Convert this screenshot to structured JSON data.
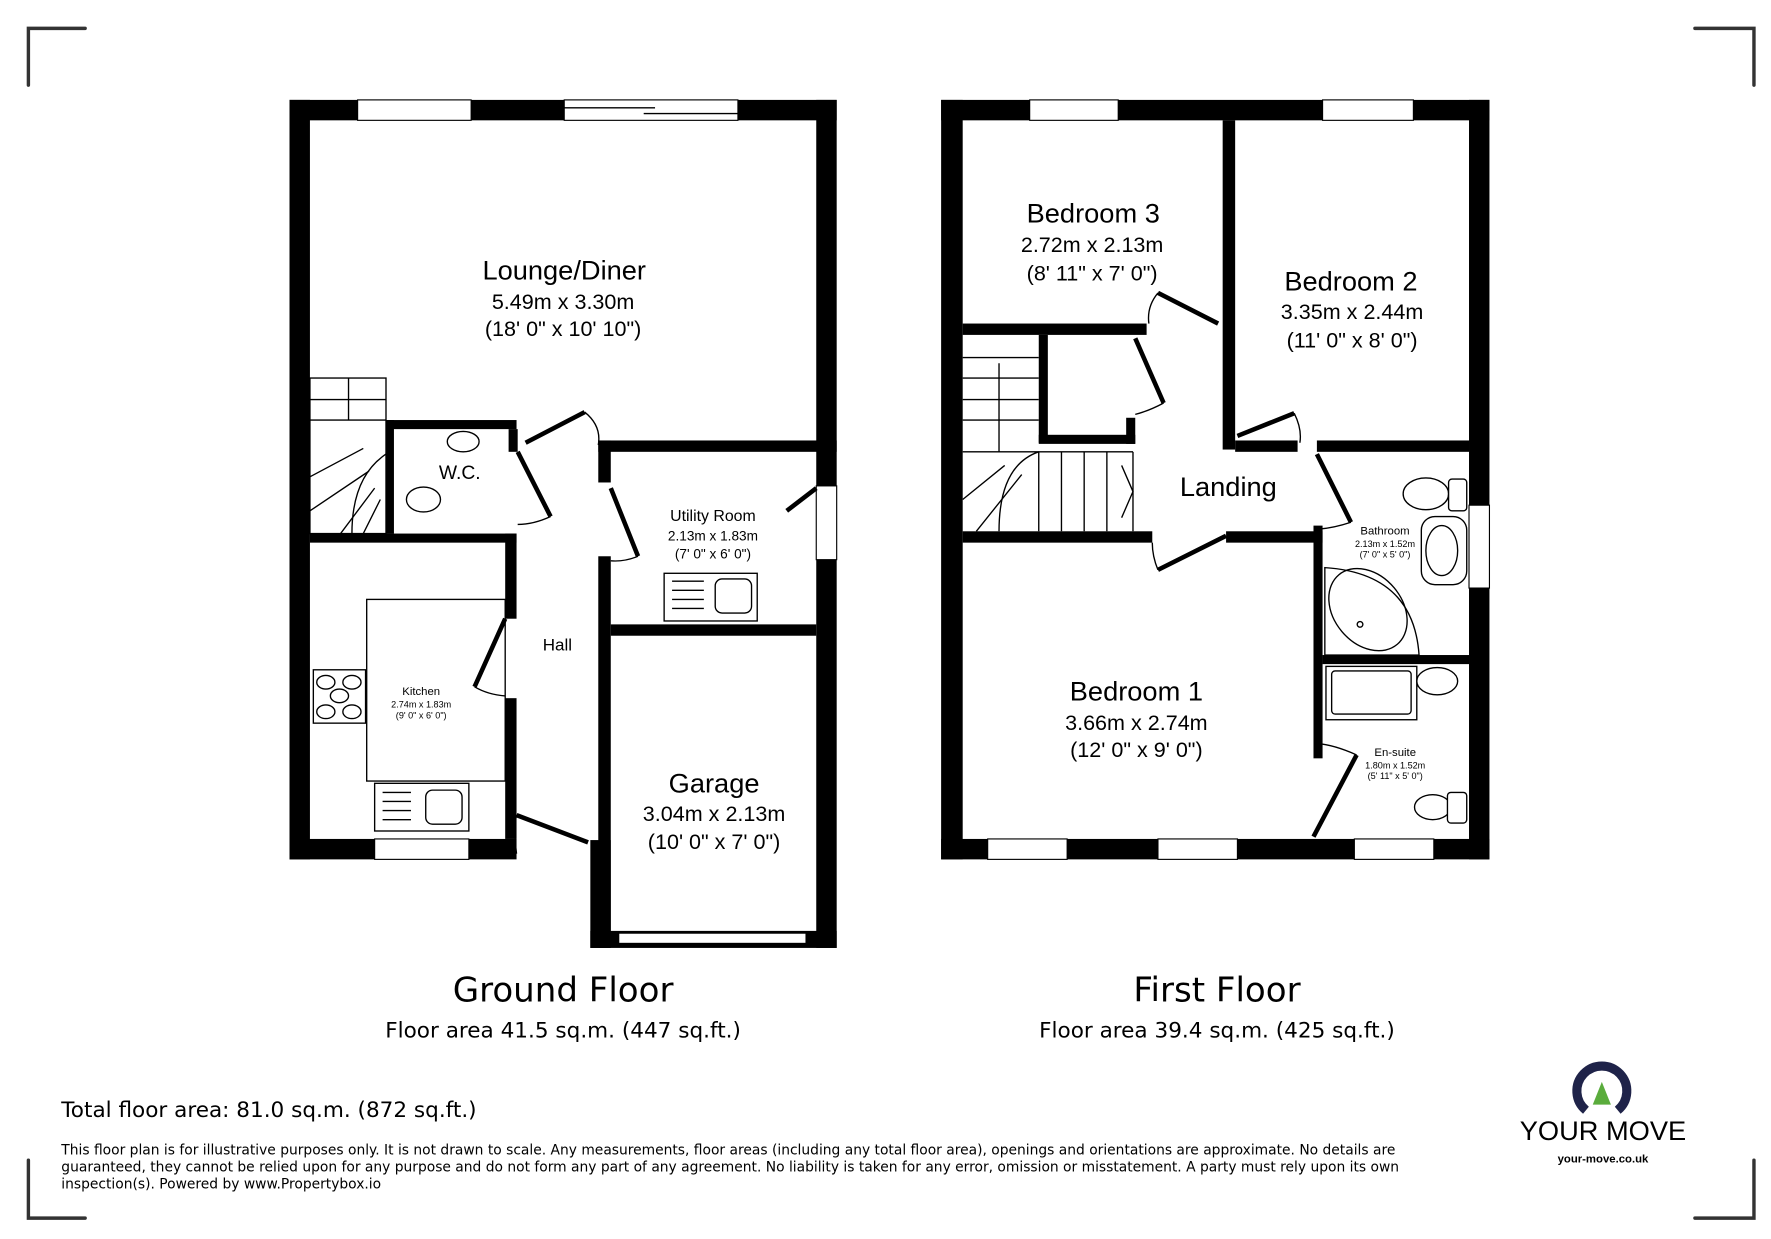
{
  "ground_floor": {
    "title": "Ground Floor",
    "area": "Floor area 41.5 sq.m. (447 sq.ft.)",
    "rooms": {
      "lounge": {
        "name": "Lounge/Diner",
        "metric": "5.49m x 3.30m",
        "imperial": "(18' 0\" x 10' 10\")"
      },
      "wc": {
        "name": "W.C."
      },
      "utility": {
        "name": "Utility Room",
        "metric": "2.13m x 1.83m",
        "imperial": "(7' 0\" x 6' 0\")"
      },
      "hall": {
        "name": "Hall"
      },
      "kitchen": {
        "name": "Kitchen",
        "metric": "2.74m x 1.83m",
        "imperial": "(9' 0\" x 6' 0\")"
      },
      "garage": {
        "name": "Garage",
        "metric": "3.04m x 2.13m",
        "imperial": "(10' 0\" x 7' 0\")"
      }
    }
  },
  "first_floor": {
    "title": "First Floor",
    "area": "Floor area 39.4 sq.m. (425 sq.ft.)",
    "rooms": {
      "bedroom3": {
        "name": "Bedroom 3",
        "metric": "2.72m x 2.13m",
        "imperial": "(8' 11\" x 7' 0\")"
      },
      "bedroom2": {
        "name": "Bedroom 2",
        "metric": "3.35m x 2.44m",
        "imperial": "(11' 0\" x 8' 0\")"
      },
      "landing": {
        "name": "Landing"
      },
      "bathroom": {
        "name": "Bathroom",
        "metric": "2.13m x 1.52m",
        "imperial": "(7' 0\" x 5' 0\")"
      },
      "bedroom1": {
        "name": "Bedroom 1",
        "metric": "3.66m x 2.74m",
        "imperial": "(12' 0\" x 9' 0\")"
      },
      "ensuite": {
        "name": "En-suite",
        "metric": "1.80m x 1.52m",
        "imperial": "(5' 11\" x 5' 0\")"
      }
    }
  },
  "total_area": "Total floor area: 81.0 sq.m. (872 sq.ft.)",
  "disclaimer": [
    "This floor plan is for illustrative purposes only. It is not drawn to scale. Any measurements, floor areas (including any total floor area), openings and orientations are approximate. No details are",
    "guaranteed, they cannot be relied upon for any purpose and do not form any part of any agreement. No liability is taken for any error, omission or misstatement. A party must rely upon its own",
    "inspection(s). Powered by www.Propertybox.io"
  ],
  "logo": {
    "name": "YOUR MOVE",
    "url": "your-move.co.uk",
    "colors": {
      "navy": "#1f2349",
      "green": "#5aac3c"
    }
  }
}
